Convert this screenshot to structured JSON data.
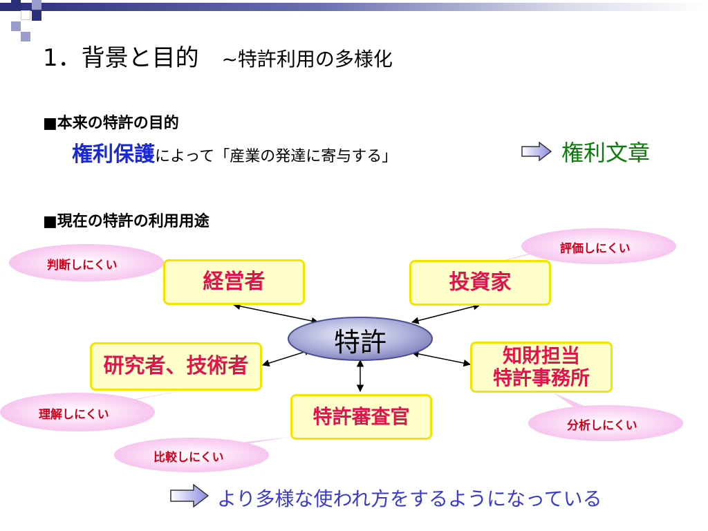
{
  "slide": {
    "title": "1．背景と目的",
    "subtitle": "~特許利用の多様化"
  },
  "section1": {
    "heading": "■本来の特許の目的",
    "emphasis": "権利保護",
    "text": "によって「産業の発達に寄与する」",
    "result": "権利文章"
  },
  "section2": {
    "heading": "■現在の特許の利用用途"
  },
  "diagram": {
    "center": "特許",
    "boxes": {
      "management": "経営者",
      "investor": "投資家",
      "researcher": "研究者、技術者",
      "ip_line1": "知財担当",
      "ip_line2": "特許事務所",
      "examiner": "特許審査官"
    },
    "bubbles": {
      "management": "判断しにくい",
      "investor": "評価しにくい",
      "researcher": "理解しにくい",
      "ip": "分析しにくい",
      "examiner": "比較しにくい"
    }
  },
  "conclusion": "より多様な使われ方をするようになっている",
  "colors": {
    "box_fill": "#ffffcc",
    "box_border": "#f2e600",
    "box_text": "#e0144c",
    "bubble_text": "#d0001a",
    "emphasis": "#1a2ad0",
    "result": "#0a7a0a",
    "conclusion": "#3a3ad0"
  }
}
